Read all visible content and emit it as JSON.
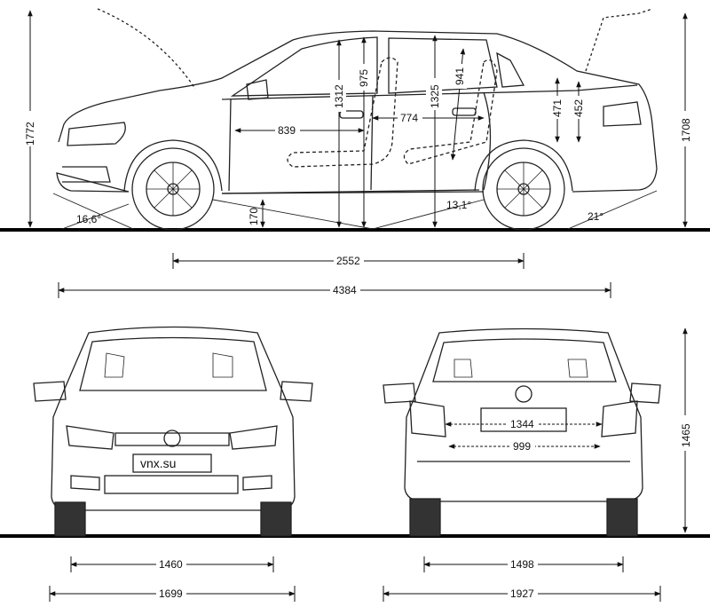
{
  "side_view": {
    "overall_height_front": "1772",
    "overall_height_rear": "1708",
    "front_headroom": "975",
    "front_seat_height": "1312",
    "rear_seat_height": "1325",
    "rear_headroom": "941",
    "trunk_opening_upper": "471",
    "trunk_opening_lower": "452",
    "front_legroom": "839",
    "rear_legroom": "774",
    "ground_clearance": "170",
    "approach_angle": "16,6°",
    "ramp_angle": "13,1°",
    "departure_angle": "21°",
    "wheelbase": "2552",
    "overall_length": "4384"
  },
  "front_view": {
    "plate_text": "vnx.su",
    "front_track": "1460",
    "body_width": "1699"
  },
  "rear_view": {
    "trunk_width_upper": "1344",
    "trunk_width_lower": "999",
    "overall_height": "1465",
    "rear_track": "1498",
    "width_with_mirrors": "1927"
  }
}
